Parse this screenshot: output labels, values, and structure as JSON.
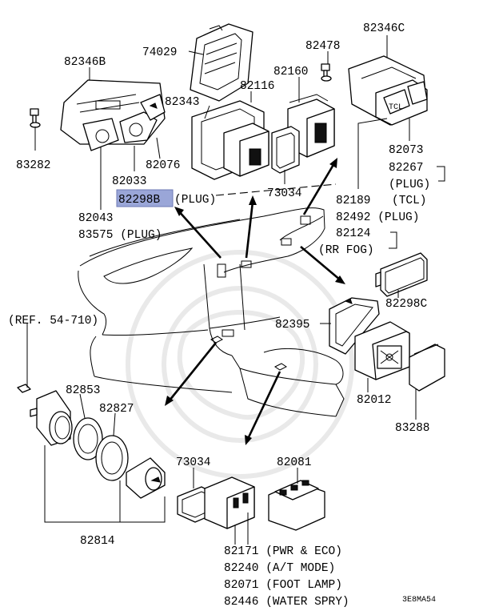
{
  "labels": {
    "p74029": "74029",
    "p82478": "82478",
    "p82346C": "82346C",
    "p82346B": "82346B",
    "p82160": "82160",
    "p82116": "82116",
    "p82343": "82343",
    "p83282": "83282",
    "p82033": "82033",
    "p82076": "82076",
    "p82298B": "82298B",
    "p82298B_plug": "(PLUG)",
    "p73034_top": "73034",
    "p82043": "82043",
    "p83575": "83575 (PLUG)",
    "p82073": "82073",
    "p82267": "82267",
    "p82267_plug": "(PLUG)",
    "p82267_tcl": "(TCL)",
    "p82189": "82189",
    "p82492": "82492 (PLUG)",
    "p82124": "82124",
    "p82124_rrfog": "(RR FOG)",
    "p82298C": "82298C",
    "ref": "(REF. 54-710)",
    "p82395": "82395",
    "p82012": "82012",
    "p83288": "83288",
    "p82853": "82853",
    "p82827": "82827",
    "p82814": "82814",
    "p73034_bottom": "73034",
    "p82081": "82081",
    "p82171": "82171 (PWR & ECO)",
    "p82240": "82240 (A/T MODE)",
    "p82071": "82071 (FOOT LAMP)",
    "p82446": "82446 (WATER SPRY)",
    "diagram_code": "3E8MA54",
    "tcl_switch_text": "TCL"
  },
  "highlight_color": "#9aa6d8"
}
